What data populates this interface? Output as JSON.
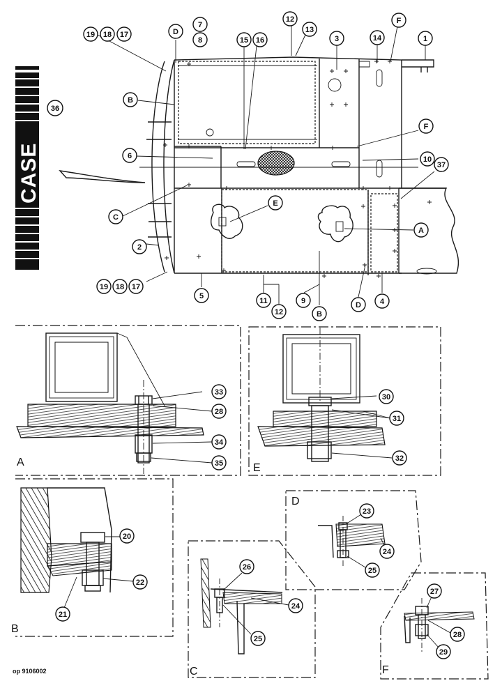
{
  "brand": {
    "logo_text": "CASE"
  },
  "document_ref": "op 9106002",
  "section_letters": {
    "a": "A",
    "e": "E",
    "b": "B",
    "c": "C",
    "d": "D",
    "f": "F"
  },
  "callouts_main": {
    "n19a": "19",
    "n18a": "18",
    "n17a": "17",
    "nD_top": "D",
    "n7": "7",
    "n8": "8",
    "n12_top": "12",
    "n13": "13",
    "n15": "15",
    "n16": "16",
    "n3": "3",
    "n14": "14",
    "nF_top": "F",
    "n1": "1",
    "n36": "36",
    "nB_left": "B",
    "nF_mid": "F",
    "n6": "6",
    "n10": "10",
    "n37": "37",
    "nE": "E",
    "nC": "C",
    "nA": "A",
    "n2": "2",
    "n19b": "19",
    "n18b": "18",
    "n17b": "17",
    "n5": "5",
    "n11": "11",
    "n12_bot": "12",
    "n9": "9",
    "nB_bot": "B",
    "nD_bot": "D",
    "n4": "4"
  },
  "callouts_details": {
    "n33": "33",
    "n28a": "28",
    "n34": "34",
    "n35": "35",
    "n30": "30",
    "n31": "31",
    "n32": "32",
    "n20": "20",
    "n22": "22",
    "n21": "21",
    "n23": "23",
    "n24a": "24",
    "n25a": "25",
    "n26": "26",
    "n24b": "24",
    "n25b": "25",
    "n27": "27",
    "n28b": "28",
    "n29": "29"
  }
}
